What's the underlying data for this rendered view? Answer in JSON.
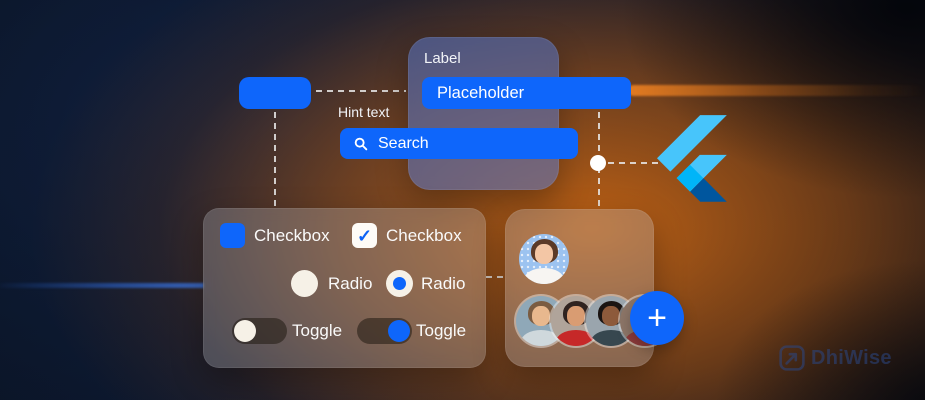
{
  "colors": {
    "primary_blue": "#0e66fb",
    "background_navy": "#0c1830",
    "glow_orange": "#c66412",
    "flutter_light_blue": "#47C5FB",
    "flutter_mid_blue": "#00B5F8",
    "flutter_dark_blue": "#00569E"
  },
  "text_field_card": {
    "label": "Label",
    "input_value": "Placeholder"
  },
  "search_field": {
    "label": "Hint text",
    "value": "Search"
  },
  "controls": {
    "checkbox_unchecked": {
      "label": "Checkbox",
      "checked": false
    },
    "checkbox_checked": {
      "label": "Checkbox",
      "checked": true
    },
    "radio_unselected": {
      "label": "Radio",
      "selected": false
    },
    "radio_selected": {
      "label": "Radio",
      "selected": true
    },
    "toggle_off": {
      "label": "Toggle",
      "on": false
    },
    "toggle_on": {
      "label": "Toggle",
      "on": true
    }
  },
  "icons": {
    "check_glyph": "✓",
    "add_glyph": "+",
    "search": "magnifier-icon",
    "flutter": "flutter-logo",
    "dhiwise": "dhiwise-mark"
  },
  "avatars": {
    "single": "woman-short-hair",
    "group": [
      "man-beard-gray-shirt",
      "woman-red-top",
      "man-dark-blue-shirt",
      "woman-dark-curly"
    ]
  },
  "watermark": {
    "name": "DhiWise"
  }
}
